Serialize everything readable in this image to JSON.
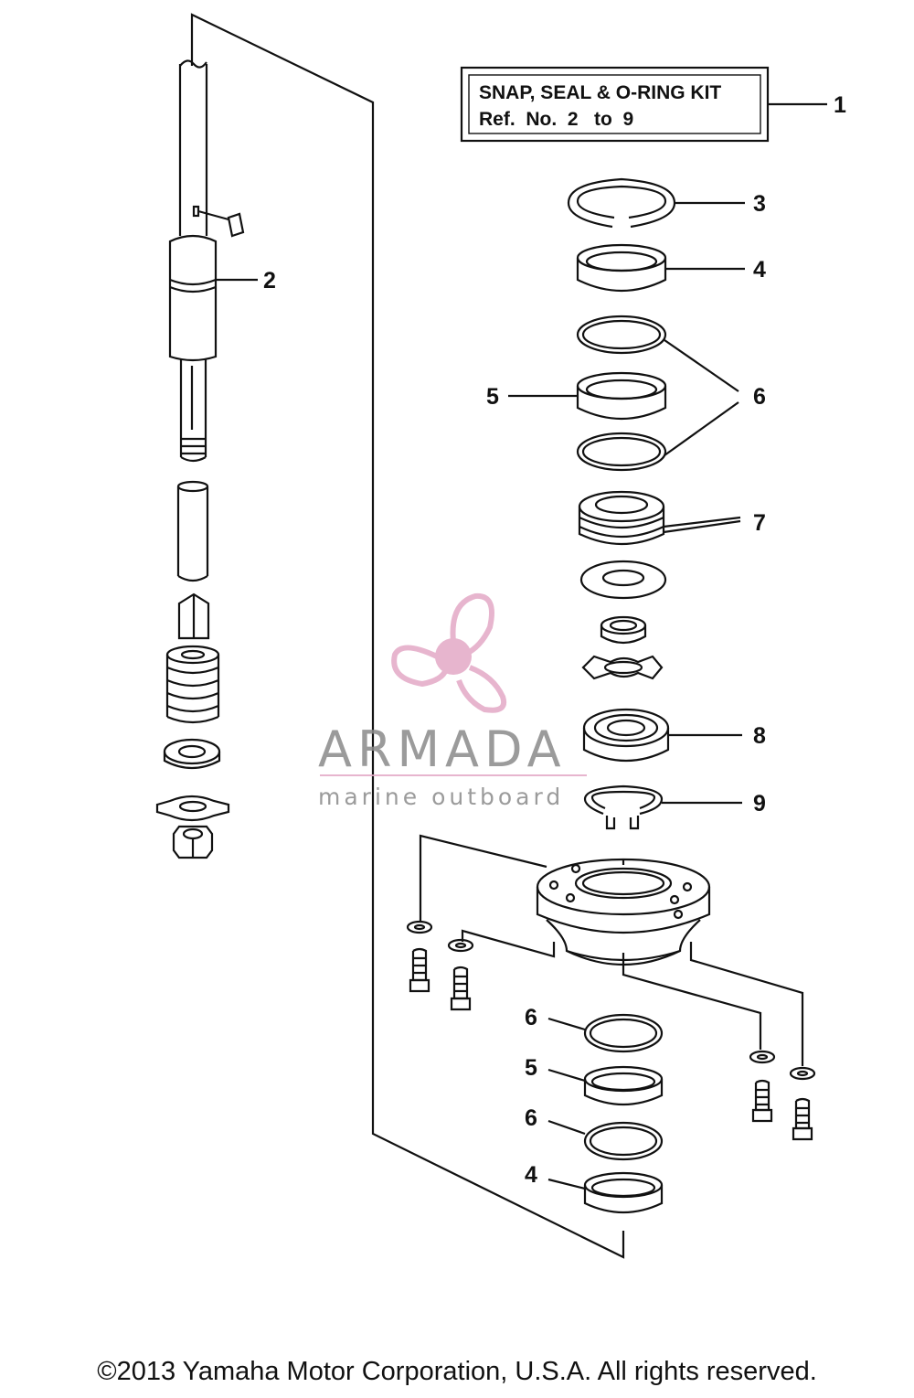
{
  "kit_label": {
    "line1": "SNAP, SEAL & O-RING KIT",
    "line2": "Ref.  No.  2   to  9"
  },
  "callouts": {
    "c1": "1",
    "c2": "2",
    "c3": "3",
    "c4": "4",
    "c5": "5",
    "c6": "6",
    "c7": "7",
    "c8": "8",
    "c9": "9",
    "c6b": "6",
    "c5b": "5",
    "c6c": "6",
    "c4b": "4"
  },
  "watermark": {
    "brand": "ARMADA",
    "tagline": "marine outboard",
    "logo_icon": "propeller-icon",
    "logo_color": "#e3a9c6"
  },
  "copyright": "©2013 Yamaha Motor Corporation, U.S.A. All rights reserved."
}
